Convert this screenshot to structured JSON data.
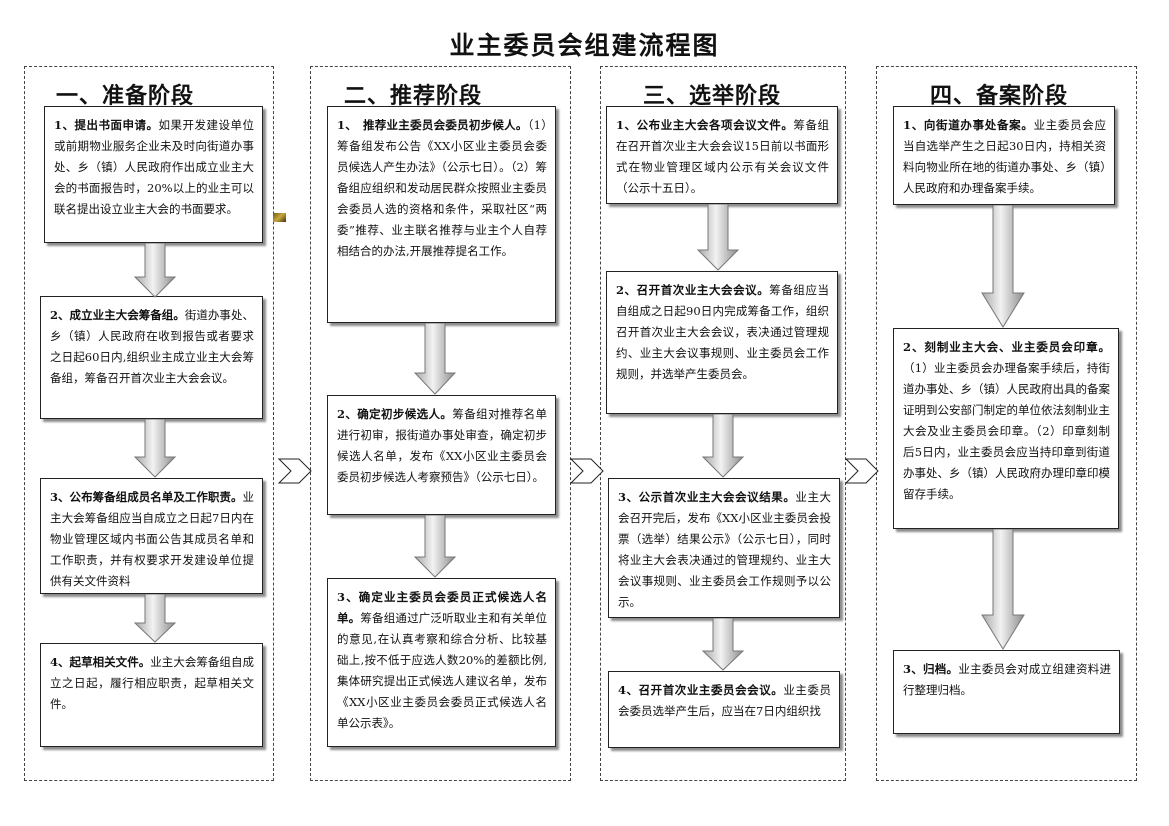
{
  "title": "业主委员会组建流程图",
  "stages": [
    {
      "title": "一、准备阶段",
      "steps": [
        {
          "heading": "1、提出书面申请。",
          "body": "如果开发建设单位或前期物业服务企业未及时向街道办事处、乡（镇）人民政府作出成立业主大会的书面报告时，20%以上的业主可以联名提出设立业主大会的书面要求。"
        },
        {
          "heading": "2、成立业主大会筹备组。",
          "body": "街道办事处、乡（镇）人民政府在收到报告或者要求之日起60日内,组织业主成立业主大会筹备组，筹备召开首次业主大会会议。"
        },
        {
          "heading": "3、公布筹备组成员名单及工作职责。",
          "body": "业主大会筹备组应当自成立之日起7日内在物业管理区域内书面公告其成员名单和工作职责，并有权要求开发建设单位提供有关文件资料"
        },
        {
          "heading": "4、起草相关文件。",
          "body": "业主大会筹备组自成立之日起，履行相应职责，起草相关文件。"
        }
      ]
    },
    {
      "title": "二、推荐阶段",
      "steps": [
        {
          "heading": "1、　推荐业主委员会委员初步候人。",
          "body": "（1）筹备组发布公告《XX小区业主委员会委员候选人产生办法》（公示七日）。（2）筹备组应组织和发动居民群众按照业主委员会委员人选的资格和条件，采取社区“两委”推荐、业主联名推荐与业主个人自荐相结合的办法,开展推荐提名工作。"
        },
        {
          "heading": "2、确定初步候选人。",
          "body": "筹备组对推荐名单进行初审，报街道办事处审查，确定初步候选人名单，发布《XX小区业主委员会委员初步候选人考察预告》（公示七日）。"
        },
        {
          "heading": "3、确定业主委员会委员正式候选人名单。",
          "body": "筹备组通过广泛听取业主和有关单位的意见,在认真考察和综合分析、比较基础上,按不低于应选人数20%的差额比例,集体研究提出正式候选人建议名单，发布《XX小区业主委员会委员正式候选人名单公示表》。"
        }
      ]
    },
    {
      "title": "三、选举阶段",
      "steps": [
        {
          "heading": "1、公布业主大会各项会议文件。",
          "body": "筹备组在召开首次业主大会会议15日前以书面形式在物业管理区域内公示有关会议文件（公示十五日）。"
        },
        {
          "heading": "2、召开首次业主大会会议。",
          "body": "筹备组应当自组成之日起90日内完成筹备工作，组织召开首次业主大会会议，表决通过管理规约、业主大会议事规则、业主委员会工作规则，并选举产生委员会。"
        },
        {
          "heading": "3、公示首次业主大会会议结果。",
          "body": "业主大会召开完后，发布《XX小区业主委员会投票（选举）结果公示》（公示七日），同时将业主大会表决通过的管理规约、业主大会议事规则、业主委员会工作规则予以公示。"
        },
        {
          "heading": "4、召开首次业主委员会会议。",
          "body": "业主委员会委员选举产生后，应当在7日内组织找"
        }
      ]
    },
    {
      "title": "四、备案阶段",
      "steps": [
        {
          "heading": "1、向街道办事处备案。",
          "body": "业主委员会应当自选举产生之日起30日内，持相关资料向物业所在地的街道办事处、乡（镇）人民政府和办理备案手续。"
        },
        {
          "heading": "2、刻制业主大会、业主委员会印章。",
          "body": "（1）业主委员会办理备案手续后，持街道办事处、乡（镇）人民政府出具的备案证明到公安部门制定的单位依法刻制业主大会及业主委员会印章。（2）印章刻制后5日内，业主委员会应当持印章到街道办事处、乡（镇）人民政府办理印章印模留存手续。"
        },
        {
          "heading": "3、归档。",
          "body": "业主委员会对成立组建资料进行整理归档。"
        }
      ]
    }
  ]
}
